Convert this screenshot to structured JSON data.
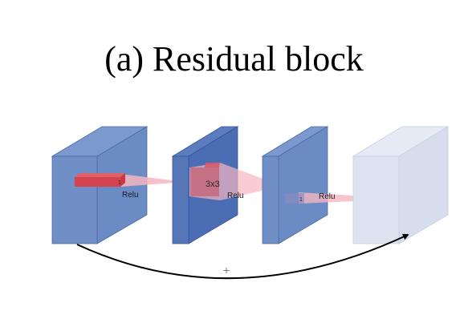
{
  "title": "(a) Residual block",
  "blocks": [
    {
      "kernel_label": "1",
      "activation_label": "Relu"
    },
    {
      "kernel_label": "3x3",
      "activation_label": "Relu"
    },
    {
      "kernel_label": "1",
      "activation_label": "Relu"
    }
  ],
  "skip_connection_symbol": "+",
  "colors": {
    "cube_front": "#6f8fc6",
    "cube_side": "#5d7fbd",
    "cube_dark_front": "#4a6db4",
    "cube_output_front": "#dde3f0",
    "kernel_red": "#d9404a",
    "projection_pink": "#f6b6c0",
    "arrow": "#000000"
  }
}
